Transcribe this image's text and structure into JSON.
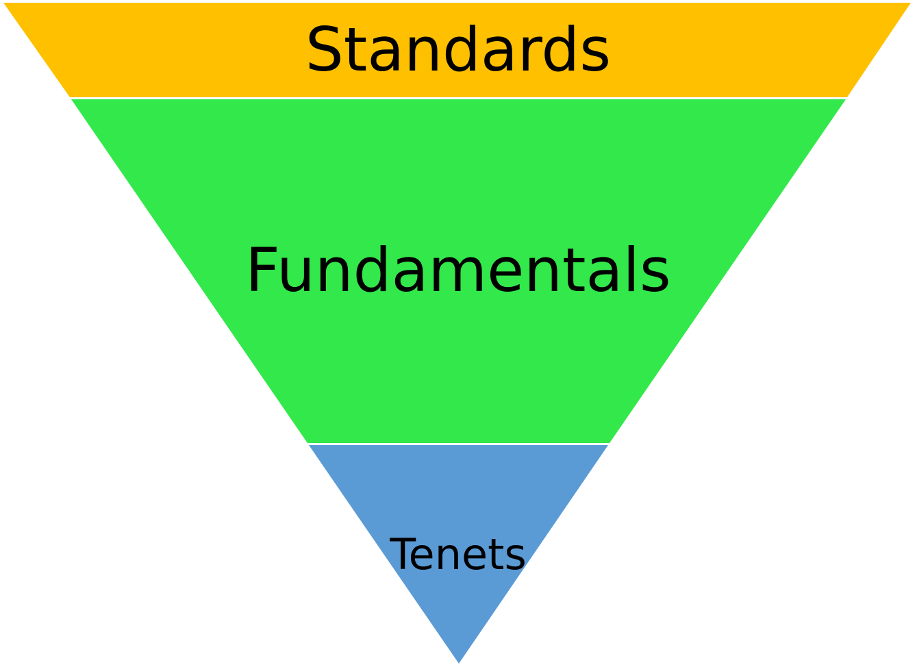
{
  "diagram": {
    "layers": [
      {
        "label": "Standards",
        "color": "#FFC000"
      },
      {
        "label": "Fundamentals",
        "color": "#33E84A"
      },
      {
        "label": "Tenets",
        "color": "#5B9BD5"
      }
    ],
    "separator_color": "#FFFFFF",
    "text_color": "#000000"
  }
}
